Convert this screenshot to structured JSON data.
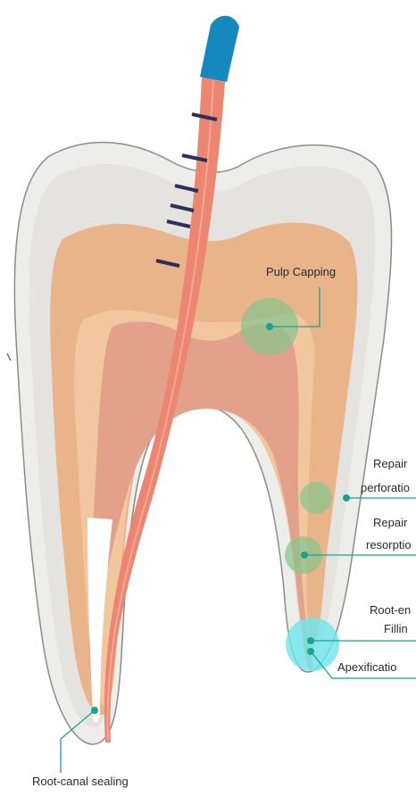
{
  "labels": {
    "pulp_capping": "Pulp Capping",
    "repair_perforation_1": "Repair",
    "repair_perforation_2": "perforatio",
    "repair_resorption_1": "Repair",
    "repair_resorption_2": "resorptio",
    "root_end_1": "Root-en",
    "root_end_2": "Fillin",
    "apexification": "Apexificatio",
    "root_canal_sealing": "Root-canal sealing"
  },
  "colors": {
    "enamel": "#ededea",
    "enamel_outline": "#8c8c8c",
    "dentin_outer": "#e9b489",
    "dentin_inner": "#f2c7a0",
    "pulp": "#e3a08a",
    "file_shaft": "#ec8670",
    "file_handle": "#1589be",
    "file_marks": "#2d2f5a",
    "leader": "#18a48c",
    "halo_green": "#8bc48e",
    "halo_cyan": "#6ee6ee"
  }
}
